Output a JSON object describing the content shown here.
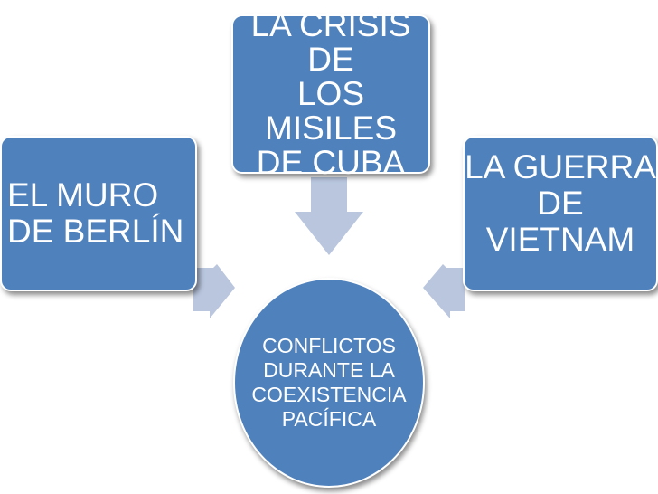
{
  "diagram": {
    "center": {
      "label": "CONFLICTOS\nDURANTE LA\nCOEXISTENCIA\nPACÍFICA"
    },
    "nodes": [
      {
        "id": "top",
        "label": "LA CRISIS DE\nLOS MISILES\nDE CUBA"
      },
      {
        "id": "left",
        "label": "EL MURO\nDE BERLÍN"
      },
      {
        "id": "right",
        "label": "LA GUERRA\nDE\nVIETNAM"
      }
    ]
  },
  "colors": {
    "node_fill": "#4f81bd",
    "arrow_fill": "#b9c6de",
    "text": "#ffffff"
  }
}
